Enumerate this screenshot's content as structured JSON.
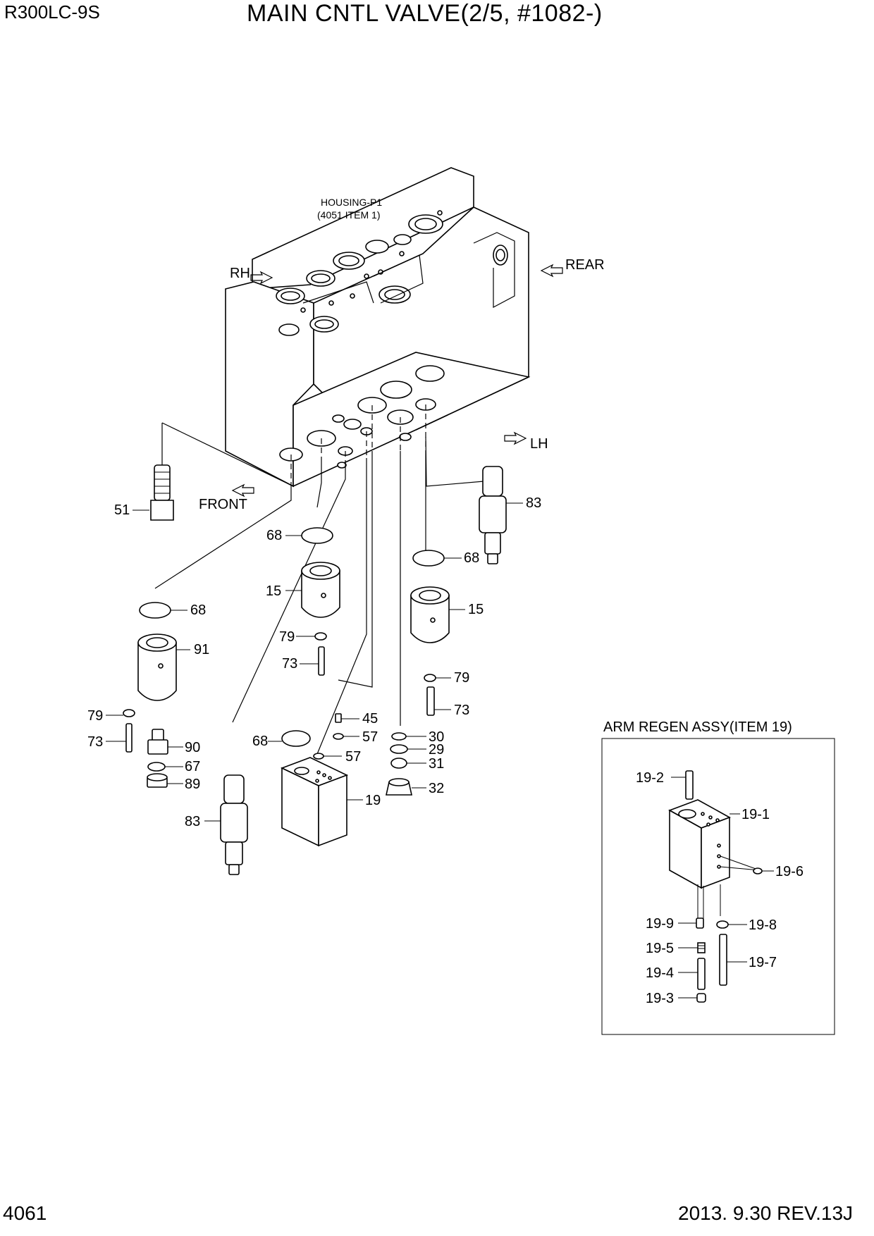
{
  "header": {
    "model": "R300LC-9S",
    "title": "MAIN CNTL VALVE(2/5, #1082-)"
  },
  "footer": {
    "page_number": "4061",
    "revision": "2013. 9.30  REV.13J"
  },
  "housing": {
    "name": "HOUSING-P1",
    "ref": "(4051 ITEM 1)"
  },
  "directions": {
    "rh": "RH",
    "rear": "REAR",
    "lh": "LH",
    "front": "FRONT"
  },
  "callouts": {
    "c51": "51",
    "c83_right": "83",
    "c68_center": "68",
    "c68_right": "68",
    "c68_left": "68",
    "c15_center": "15",
    "c15_right": "15",
    "c79_center": "79",
    "c73_center": "73",
    "c91": "91",
    "c79_right": "79",
    "c73_right": "73",
    "c79_left": "79",
    "c73_left": "73",
    "c90": "90",
    "c67": "67",
    "c89": "89",
    "c45": "45",
    "c57_a": "57",
    "c57_b": "57",
    "c68_lower": "68",
    "c30": "30",
    "c29": "29",
    "c31": "31",
    "c32": "32",
    "c19": "19",
    "c83_left": "83"
  },
  "inset": {
    "title": "ARM REGEN ASSY(ITEM 19)",
    "labels": {
      "l19_2": "19-2",
      "l19_1": "19-1",
      "l19_6": "19-6",
      "l19_9": "19-9",
      "l19_8": "19-8",
      "l19_5": "19-5",
      "l19_7": "19-7",
      "l19_4": "19-4",
      "l19_3": "19-3"
    }
  }
}
